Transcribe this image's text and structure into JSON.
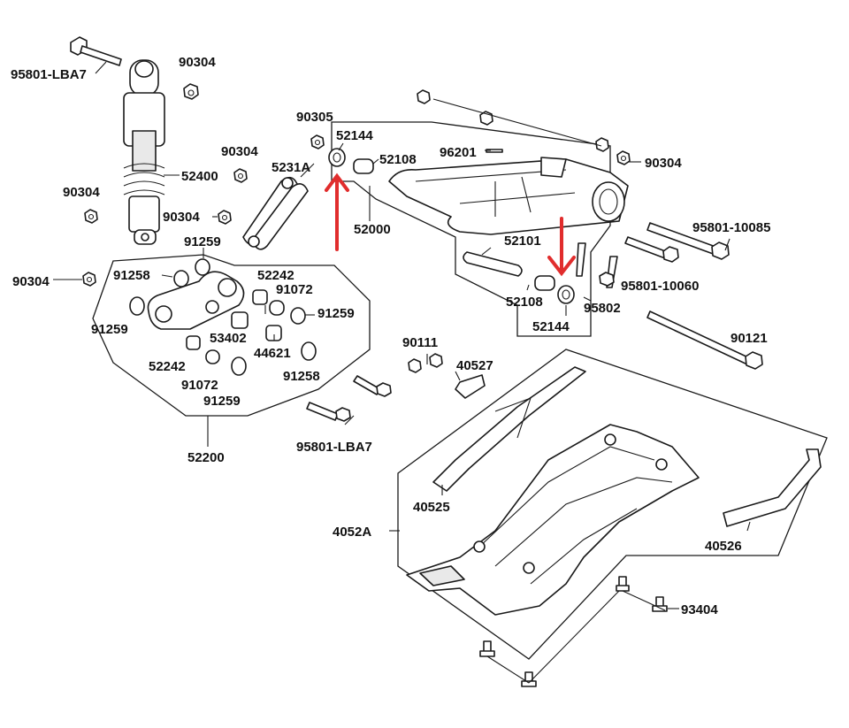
{
  "diagram": {
    "accent_color": "#e12d2d",
    "labels": {
      "bolt_shock_top": "95801-LBA7",
      "nut_shock_top": "90304",
      "nut_upper_link": "90304",
      "nut_left_mid": "90304",
      "nut_left_low": "90304",
      "nut_link_low": "90304",
      "nut_right": "90304",
      "shock": "52400",
      "link_rod": "5231A",
      "nut_90305": "90305",
      "collar_top": "52144",
      "bushing_top": "52108",
      "pin": "96201",
      "swingarm": "52000",
      "bolt_long_upper": "95801-10085",
      "pipe_52101": "52101",
      "bushing_low": "52108",
      "collar_low": "52144",
      "bolt_10060": "95801-10060",
      "bolt_95802": "95802",
      "axle_90121": "90121",
      "seal_a1": "91259",
      "seal_a2": "91258",
      "seal_a3": "91259",
      "collar_52242a": "52242",
      "bearing_91072a": "91072",
      "seal_a4": "91259",
      "collar_53402": "53402",
      "collar_44621": "44621",
      "collar_52242b": "52242",
      "seal_91258b": "91258",
      "bearing_91072b": "91072",
      "seal_a5": "91259",
      "link_assy": "52200",
      "bolt_90111": "90111",
      "bracket_40527": "40527",
      "bolt_lower": "95801-LBA7",
      "guard_40525": "40525",
      "guard_4052A": "4052A",
      "guard_40526": "40526",
      "bolt_93404": "93404"
    }
  }
}
